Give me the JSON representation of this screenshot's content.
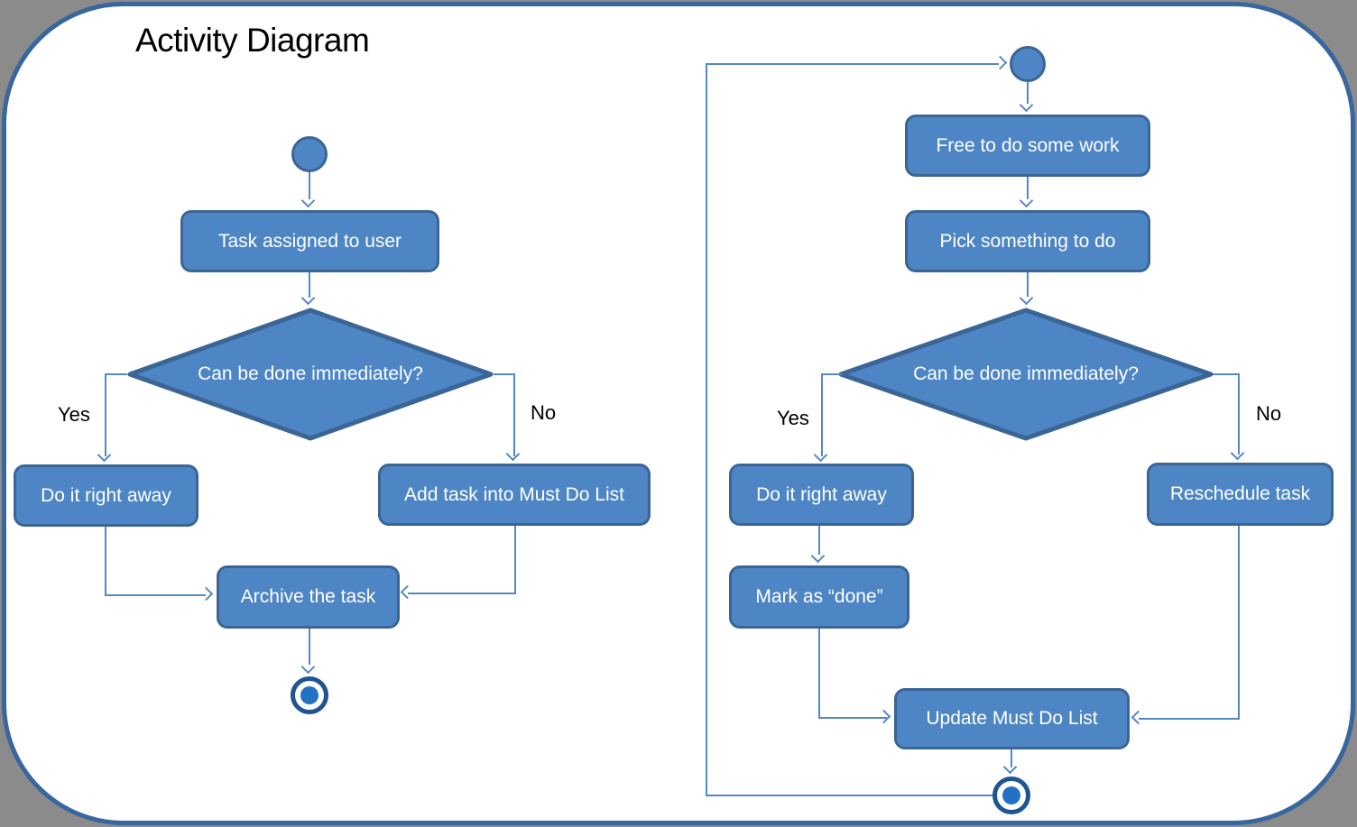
{
  "title": "Activity Diagram",
  "colors": {
    "background_outer": "#8b8b8b",
    "frame_border": "#38669e",
    "node_fill": "#4e86c5",
    "node_border": "#3a6595",
    "node_text": "#ffffff",
    "connector": "#5588c7",
    "end_node_ring": "#1f5492",
    "end_node_core": "#2272c3",
    "label_text": "#000000"
  },
  "left_flow": {
    "task": "Task assigned to user",
    "decision": "Can be done immediately?",
    "yes_label": "Yes",
    "no_label": "No",
    "do_it": "Do it right away",
    "add_task": "Add task into Must Do List",
    "archive": "Archive the task"
  },
  "right_flow": {
    "free": "Free to do some work",
    "pick": "Pick something to do",
    "decision": "Can be done immediately?",
    "yes_label": "Yes",
    "no_label": "No",
    "do_it": "Do it right away",
    "mark_done": "Mark as “done”",
    "reschedule": "Reschedule task",
    "update": "Update Must Do List"
  }
}
